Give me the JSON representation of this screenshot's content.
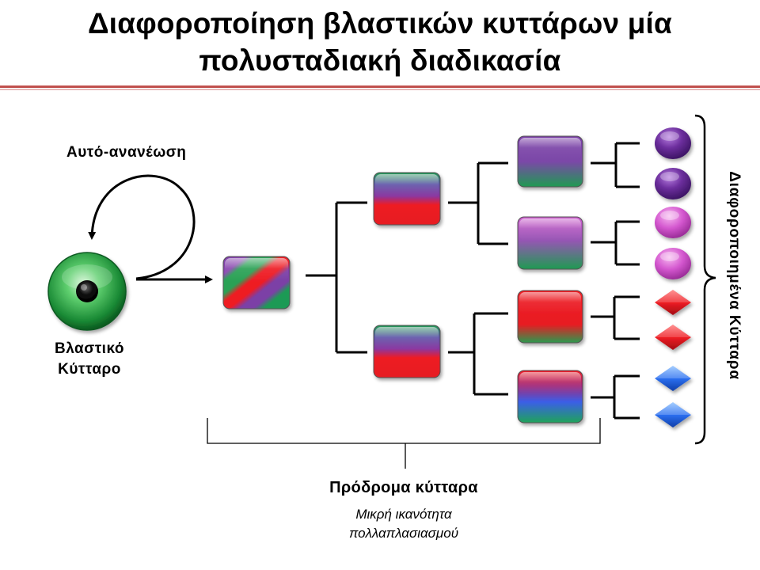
{
  "title": {
    "line1": "Διαφοροποίηση βλαστικών κυττάρων μία",
    "line2": "πολυσταδιακή διαδικασία"
  },
  "labels": {
    "self_renewal": "Αυτό-ανανέωση",
    "stem_cell_line1": "Βλαστικό",
    "stem_cell_line2": "Κύτταρο",
    "progenitors": "Πρόδρομα κύτταρα",
    "capacity_line1": "Μικρή ικανότητα",
    "capacity_line2": "πολλαπλασιασμού",
    "differentiated": "Διαφοροποιημένα Κύτταρα"
  },
  "colors": {
    "accent_rule": "#c0504d",
    "stem_green": "#2eaa4a",
    "purple": "#7a3fa6",
    "red": "#ee1c24",
    "green": "#1e9a55",
    "magenta": "#d45ad4",
    "blue": "#2b6ff0"
  },
  "icons": {
    "stem_cell": "stem-cell-icon",
    "progenitor": "progenitor-cell-icon",
    "purple_cell": "purple-circle-cell-icon",
    "pink_cell": "pink-circle-cell-icon",
    "red_cell": "red-diamond-cell-icon",
    "blue_cell": "blue-diamond-cell-icon"
  }
}
